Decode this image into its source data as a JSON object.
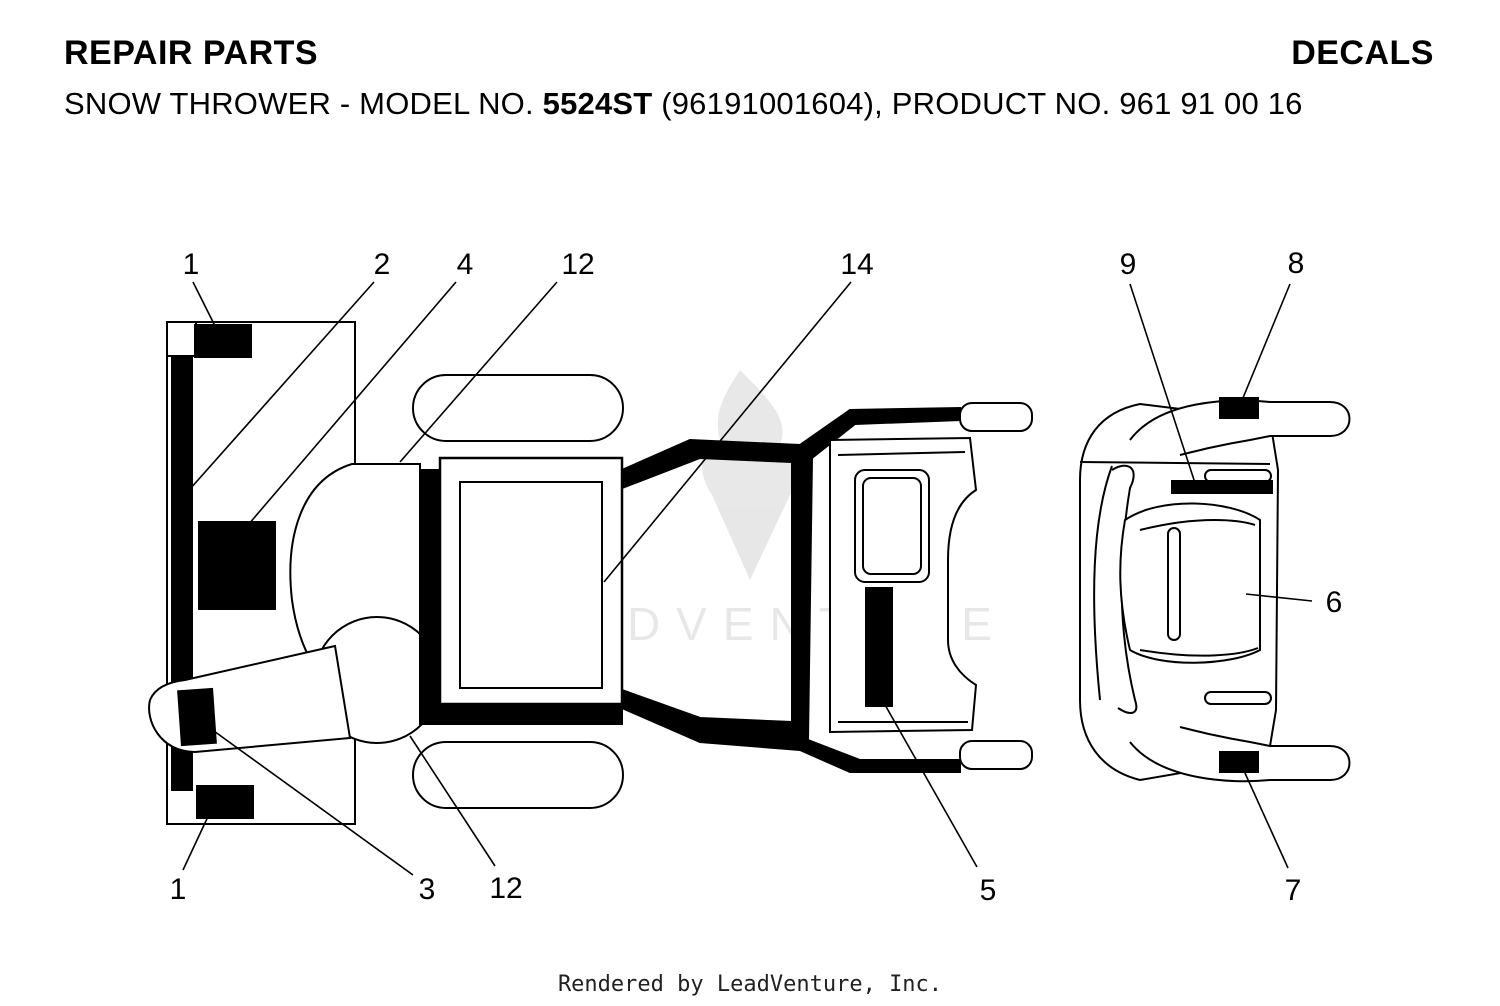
{
  "header": {
    "section": "REPAIR PARTS",
    "category": "DECALS",
    "subtitle_prefix": "SNOW THROWER - MODEL NO. ",
    "model": "5524ST",
    "subtitle_suffix": " (96191001604), PRODUCT NO. 961 91 00 16"
  },
  "watermark": {
    "text": "LEADVENTURE"
  },
  "callouts": {
    "c1_top": "1",
    "c2": "2",
    "c4": "4",
    "c12_top": "12",
    "c14": "14",
    "c9": "9",
    "c8": "8",
    "c6": "6",
    "c1_bottom": "1",
    "c3": "3",
    "c12_bottom": "12",
    "c5": "5",
    "c7": "7"
  },
  "footer": {
    "text": "Rendered by LeadVenture, Inc."
  }
}
